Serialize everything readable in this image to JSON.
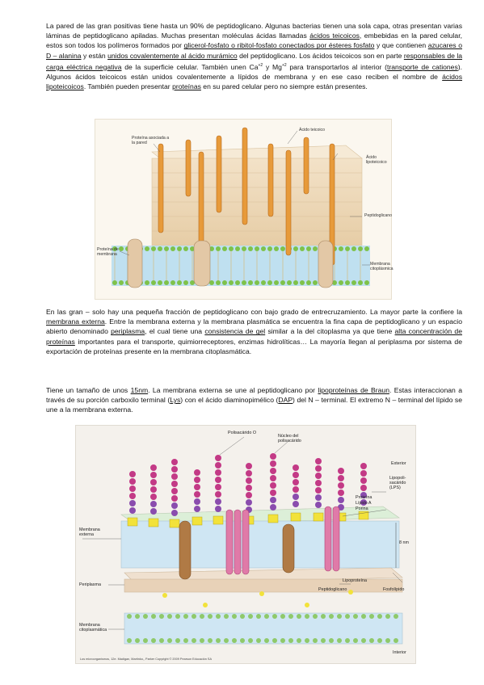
{
  "paragraph1": {
    "t1": "La pared de las gran positivas tiene hasta un 90% de peptidoglicano. Algunas bacterias tienen una sola capa, otras presentan varias láminas de peptidoglicano apiladas. Muchas presentan moléculas ácidas llamadas ",
    "l1": "ácidos teicoicos",
    "t2": ", embebidas en la pared celular, estos son todos los polímeros formados por ",
    "l2": "glicerol-fosfato o ribitol-fosfato conectados por ésteres fosfato",
    "t3": " y que contienen ",
    "l3": "azucares o D – alanina",
    "t4": " y están ",
    "l4": "unidos covalentemente al ácido murámico",
    "t5": " del peptidoglicano. Los ácidos teicoicos son en parte ",
    "l5": "responsables de la carga eléctrica negativa",
    "t6": " de la superficie celular. También unen Ca",
    "s1": "+2",
    "t7": " y Mg",
    "s2": "+2",
    "t8": " para transportarlos al interior (",
    "l6": "transporte de cationes",
    "t9": "). Algunos ácidos teicoicos están unidos covalentemente a lípidos de membrana y en ese caso reciben el nombre de ",
    "l7": "ácidos lipoteicoicos",
    "t10": ". También pueden presentar ",
    "l8": "proteínas",
    "t11": " en su pared celular pero no siempre están presentes."
  },
  "figure1": {
    "labels": {
      "protein_wall": "Proteína asociada a la pared",
      "teichoic": "Ácido teicoico",
      "lipoteichoic": "Ácido lipoteicoico",
      "peptidoglycan": "Peptidoglicano",
      "membrane_protein": "Proteína de membrana",
      "membrane": "Membrana citoplásmica"
    }
  },
  "paragraph2": {
    "t1": "En las gran – solo hay una pequeña fracción de peptidoglicano con bajo grado de entrecruzamiento. La mayor parte la confiere la ",
    "l1": "membrana externa",
    "t2": ". Entre la membrana externa y la membrana plasmática se encuentra la fina capa de peptidoglicano y un espacio abierto denominado ",
    "l2": "periplasma",
    "t3": ", el cual tiene una ",
    "l3": "consistencia de gel",
    "t4": " similar a la del citoplasma ya que tiene ",
    "l4": "alta concentración de proteínas",
    "t5": " importantes para el transporte, quimiorreceptores, enzimas hidrolíticas… La mayoría llegan al periplasma por sistema de exportación de proteínas presente en la membrana citoplasmática."
  },
  "paragraph3": {
    "t1": "Tiene un tamaño de unos ",
    "l1": "15nm",
    "t2": ". La membrana externa se une al peptidoglicano por ",
    "l2": "lipoproteínas de Braun",
    "t3": ". Estas interaccionan a través de su porción carboxilo terminal (",
    "l3": "Lys",
    "t4": ") con el ácido diaminopimélico (",
    "l4": "DAP",
    "t5": ") del N – terminal. El extremo N – terminal del lípido se une a la membrana externa."
  },
  "figure2": {
    "labels": {
      "polisacarido": "Polisacárido O",
      "nucleo": "Núcleo del polisacárido",
      "exterior": "Exterior",
      "lps": "Lipopoli-sacárido (LPS)",
      "proteina": "Proteína",
      "lipido_a": "Lípido A",
      "porina": "Porina",
      "membrana_externa": "Membrana externa",
      "size": "8 nm",
      "periplasma": "Periplasma",
      "lipoproteina": "Lipoproteína",
      "peptidoglicano": "Peptidoglicano",
      "fosfolipido": "Fosfolípido",
      "membrana_cito": "Membrana citoplasmática",
      "interior": "Interior"
    },
    "credit": "Los microorganismos, 12e. Madigan, Martinko,, Parker     Copyright © 2009 Pearson Educación SA"
  }
}
